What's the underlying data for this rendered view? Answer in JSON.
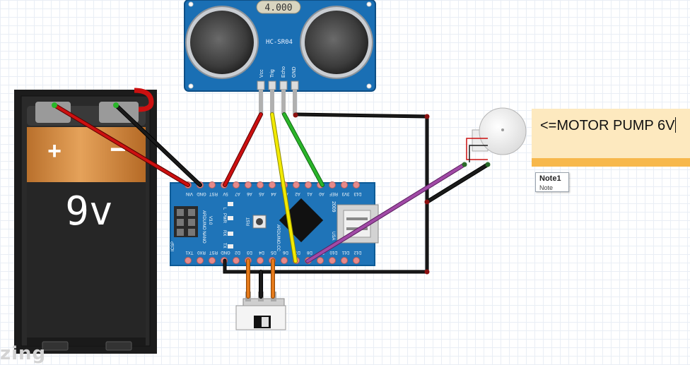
{
  "sensor": {
    "title": "4.000",
    "model": "HC-SR04",
    "pins": [
      "Vcc",
      "Trig",
      "Echo",
      "GND"
    ]
  },
  "battery": {
    "label": "9v",
    "plus": "+",
    "minus": "−"
  },
  "arduino": {
    "name": "ARDUINO NANO",
    "version": "V3.0",
    "year": "2009",
    "site": "ARDUINO.CC",
    "icsp": "ICSP",
    "usa": "USA",
    "rst_button": "RST",
    "leds": [
      "L",
      "PWR",
      "RX",
      "TX"
    ],
    "top_pins": [
      "VIN",
      "GND",
      "RST",
      "5V",
      "A7",
      "A6",
      "A5",
      "A4",
      "A3",
      "A2",
      "A1",
      "A0",
      "REF",
      "3V3",
      "D13"
    ],
    "bottom_pins": [
      "TX1",
      "RX0",
      "RST",
      "GND",
      "D2",
      "D3",
      "D4",
      "D5",
      "D6",
      "D7",
      "D8",
      "D9",
      "D10",
      "D11",
      "D12"
    ]
  },
  "note": {
    "text": "<=MOTOR PUMP 6V",
    "tag_title": "Note1",
    "tag_sub": "Note"
  },
  "logo": "zing",
  "colors": {
    "board": "#1f74b8",
    "sensor": "#1a6fb4",
    "wire_red": "#cc1010",
    "wire_black": "#1a1a1a",
    "wire_yellow": "#f2ea00",
    "wire_green": "#2ab52a",
    "wire_purple": "#a14aa6",
    "wire_orange": "#e57a1a",
    "battery_copper": "#d08a3a",
    "note_bg": "#fde9bf",
    "note_bar": "#f7b84c"
  }
}
